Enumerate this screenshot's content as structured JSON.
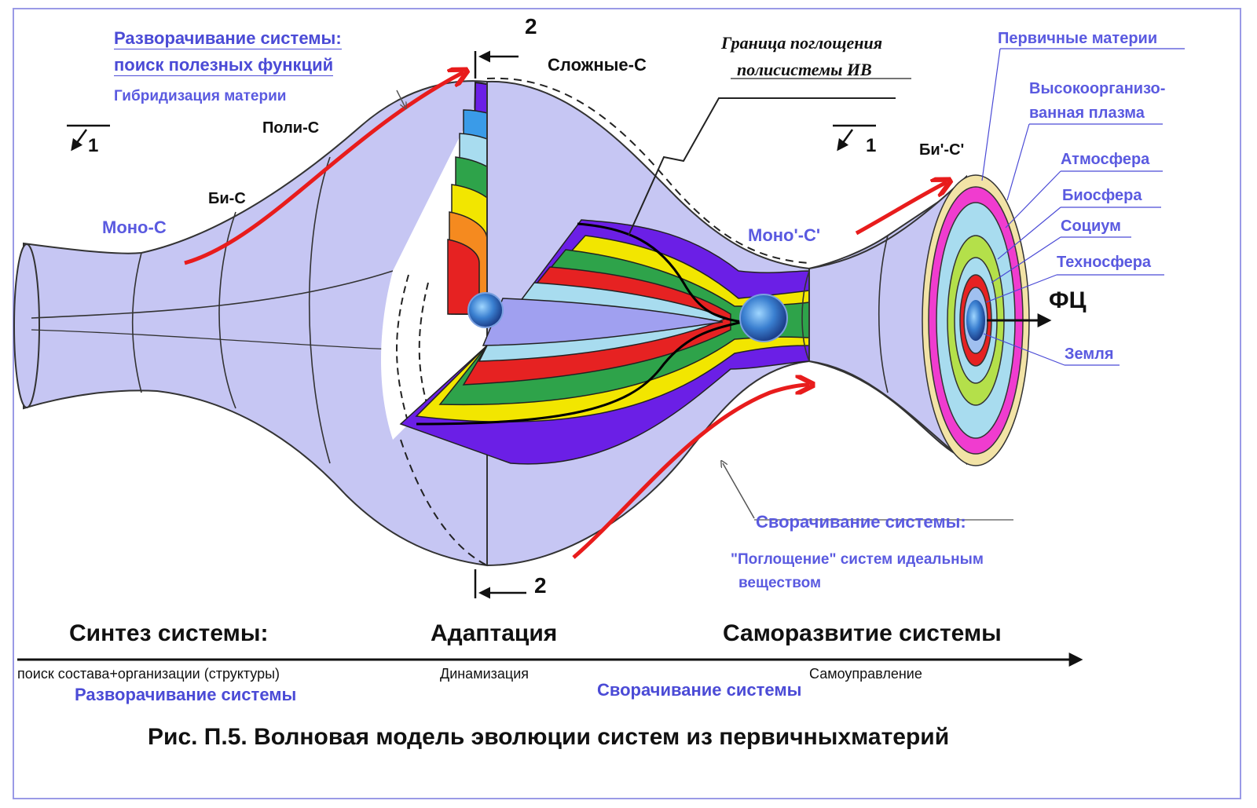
{
  "labels": {
    "unfold_title": "Разворачивание системы:",
    "unfold_sub": "поиск полезных функций",
    "hybrid": "Гибридизация материи",
    "poly_c": "Поли-С",
    "bi_c": "Би-С",
    "mono_c": "Моно-С",
    "complex_c": "Сложные-С",
    "boundary_line1": "Граница поглощения",
    "boundary_line2": "полисистемы ИВ",
    "mono_c_prime": "Моно'-С'",
    "bi_c_prime": "Би'-С'",
    "section_1": "1",
    "section_2": "2",
    "fc": "ФЦ",
    "fold_title": "Сворачивание системы:",
    "fold_sub_line1": "\"Поглощение\" систем идеальным",
    "fold_sub_line2": "веществом"
  },
  "layers": [
    "Первичные материи",
    "Высокоорганизо-",
    "ванная плазма",
    "Атмосфера",
    "Биосфера",
    "Социум",
    "Техносфера",
    "Земля"
  ],
  "timeline": {
    "stage1_title": "Синтез системы:",
    "stage1_sub": "поиск состава+организации (структуры)",
    "stage1_blue": "Разворачивание системы",
    "stage2_title": "Адаптация",
    "stage2_sub": "Динамизация",
    "stage2_blue": "Сворачивание системы",
    "stage3_title": "Саморазвитие системы",
    "stage3_sub": "Самоуправление"
  },
  "caption": {
    "prefix": "Рис. П.5.",
    "text": "Волновая модель эволюции систем из первичныхматерий"
  },
  "colors": {
    "body_fill": "#c6c6f3",
    "outline": "#333333",
    "accent_blue": "#4b4bd6",
    "arrow_red": "#e81c1c",
    "violet": "#6b1fe6",
    "magenta": "#f03ccf",
    "rim": "#f2e3a6"
  }
}
